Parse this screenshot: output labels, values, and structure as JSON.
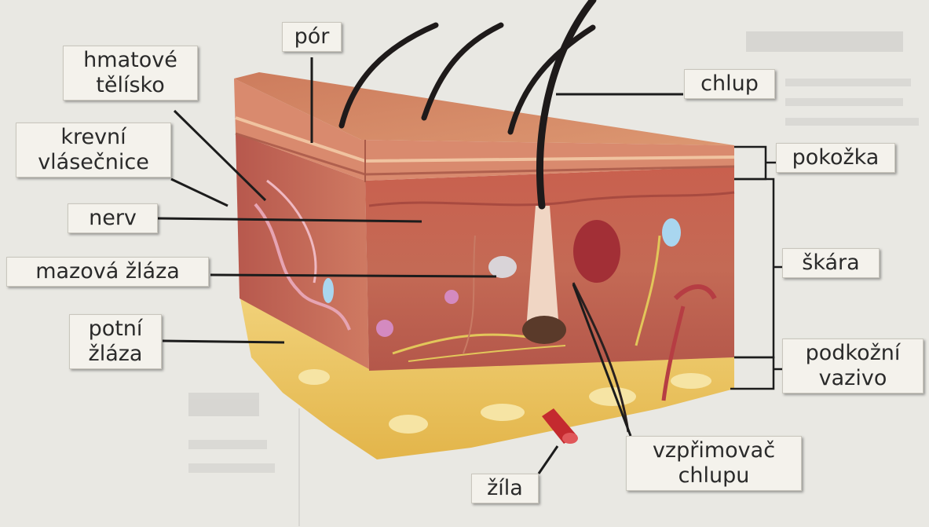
{
  "labels": {
    "por": "pór",
    "hmatove_telisko": [
      "hmatové",
      "tělísko"
    ],
    "krevni_vlasecnice": [
      "krevní",
      "vlásečnice"
    ],
    "nerv": "nerv",
    "mazova_zlaza": "mazová žláza",
    "potni_zlaza": [
      "potní",
      "žláza"
    ],
    "zila": "žíla",
    "chlup": "chlup",
    "pokozka": "pokožka",
    "skara": "škára",
    "podkozni_vazivo": [
      "podkožní",
      "vazivo"
    ],
    "vzprimovac_chlupu": [
      "vzpřimovač",
      "chlupu"
    ]
  }
}
